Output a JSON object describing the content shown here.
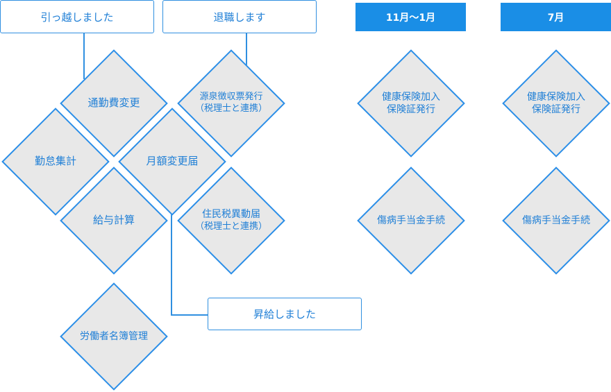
{
  "tags": {
    "moved": "引っ越しました",
    "retire": "退職します",
    "raise": "昇給しました"
  },
  "headers": {
    "nov_jan": "11月〜1月",
    "july": "7月"
  },
  "diamonds": {
    "commute": "通勤費変更",
    "withholding": "源泉徴収票発行",
    "withholding_note": "（税理士と連携）",
    "attendance": "勤怠集計",
    "monthly_change": "月額変更届",
    "payroll": "給与計算",
    "resident_tax": "住民税異動届",
    "resident_tax_note": "（税理士と連携）",
    "labor_register": "労働者名簿管理",
    "health_ins_a_line1": "健康保険加入",
    "health_ins_a_line2": "保険証発行",
    "sickness_a": "傷病手当金手続",
    "health_ins_b_line1": "健康保険加入",
    "health_ins_b_line2": "保険証発行",
    "sickness_b": "傷病手当金手続"
  },
  "colors": {
    "accent": "#2a8ee8",
    "header_bg": "#1a8ee6",
    "diamond_fill": "#e8e8e8",
    "text": "#1f7fd6"
  }
}
